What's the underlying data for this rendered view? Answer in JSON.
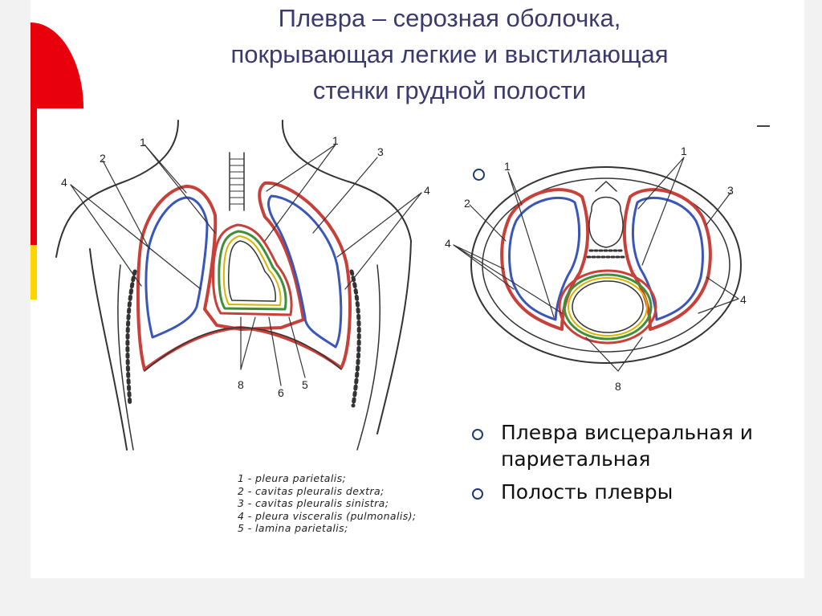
{
  "title": {
    "lines": [
      "Плевра – серозная оболочка,",
      "покрывающая легкие и выстилающая",
      "стенки грудной полости"
    ]
  },
  "diagram_left": {
    "labels": {
      "l1": "1",
      "l2": "2",
      "l3": "3",
      "l4": "4",
      "l4b": "4",
      "l8": "8",
      "l6": "6",
      "l5": "5"
    }
  },
  "diagram_right": {
    "labels": {
      "l1": "1",
      "l1b": "1",
      "l2": "2",
      "l3": "3",
      "l4": "4",
      "l4b": "4",
      "l8": "8"
    }
  },
  "legend": {
    "items": [
      "1 - pleura parietalis;",
      "2 - cavitas pleuralis dextra;",
      "3 - cavitas pleuralis sinistra;",
      "4 - pleura visceralis (pulmonalis);",
      "5 - lamina parietalis;"
    ]
  },
  "bullets": [
    "Плевра висцеральная и париетальная",
    "Полость плевры"
  ],
  "colors": {
    "title": "#3a3a6e",
    "parietal": "#c8403a",
    "visceral": "#3a56b8",
    "pericardium_green": "#3f8f3a",
    "pericardium_yellow": "#d9b300",
    "accent_red": "#e8000d",
    "accent_yellow": "#ffd500"
  }
}
